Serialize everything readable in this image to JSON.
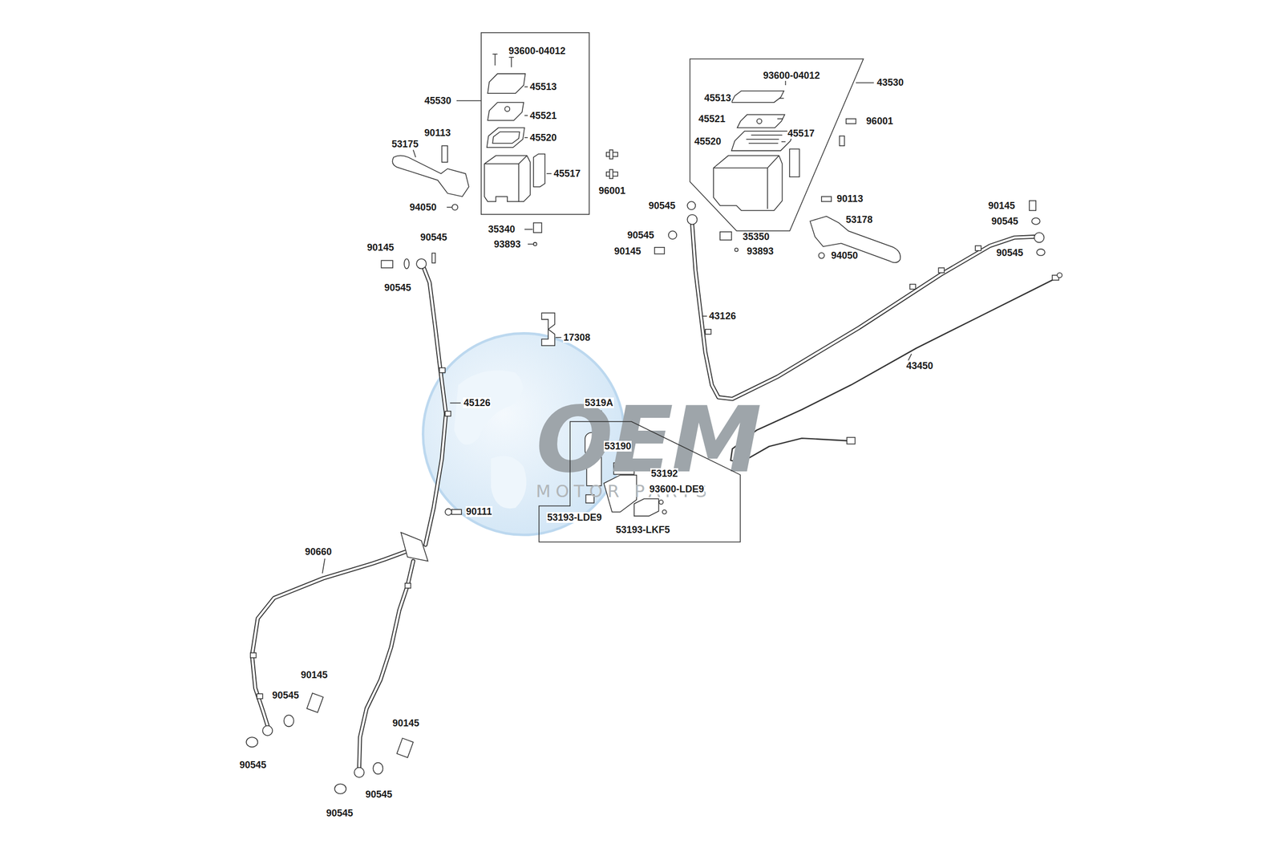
{
  "diagram": {
    "nodes": [
      {
        "text": [
          "45530",
          "93600-04012",
          "45513",
          "45521",
          "45520",
          "45517"
        ]
      },
      {
        "text": [
          "43530",
          "93600-04012",
          "45513",
          "45521",
          "45520",
          "45517"
        ]
      },
      {
        "text": [
          "5319A",
          "53190",
          "53192",
          "93600-LDE9",
          "53193-LDE9",
          "53193-LKF5"
        ]
      }
    ],
    "labels": [
      "90113",
      "53175",
      "94050",
      "96001",
      "35340",
      "93893",
      "90145",
      "90545",
      "90545",
      "96001",
      "90545",
      "90545",
      "90145",
      "35350",
      "93893",
      "90113",
      "53178",
      "94050",
      "90145",
      "90545",
      "90545",
      "43126",
      "43450",
      "17308",
      "45126",
      "90111",
      "90660",
      "90145",
      "90545",
      "90545",
      "90145",
      "90545",
      "90545",
      "OEM",
      "MOTOR PARTS"
    ]
  }
}
